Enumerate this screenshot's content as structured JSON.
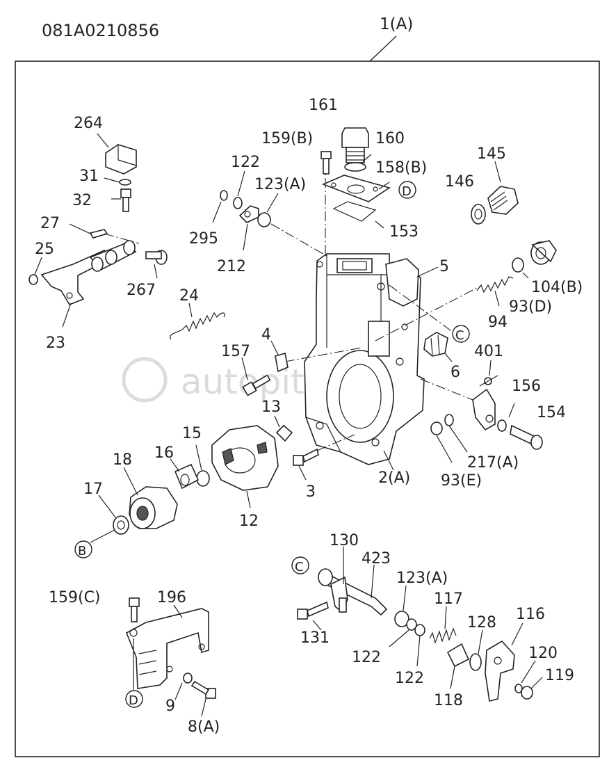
{
  "drawing_code": "081A0210856",
  "assembly_ref": "1(A)",
  "watermark": "autopiter.ru",
  "labels": {
    "l264": "264",
    "l31": "31",
    "l32": "32",
    "l27": "27",
    "l25": "25",
    "l267": "267",
    "l23": "23",
    "l24": "24",
    "l122a": "122",
    "l295": "295",
    "l212": "212",
    "l123a": "123(A)",
    "l159b": "159(B)",
    "l161": "161",
    "l160": "160",
    "l158b": "158(B)",
    "l153": "153",
    "l146": "146",
    "l145": "145",
    "l5": "5",
    "l104b": "104(B)",
    "l93d": "93(D)",
    "l94": "94",
    "l6": "6",
    "l401": "401",
    "l156": "156",
    "l154": "154",
    "l4": "4",
    "l157": "157",
    "l13": "13",
    "l15": "15",
    "l16": "16",
    "l18": "18",
    "l17": "17",
    "l12": "12",
    "l3": "3",
    "l2a": "2(A)",
    "l93e": "93(E)",
    "l217a": "217(A)",
    "l130": "130",
    "l423": "423",
    "l123a2": "123(A)",
    "l117": "117",
    "l116": "116",
    "l128": "128",
    "l131": "131",
    "l122b": "122",
    "l122c": "122",
    "l118": "118",
    "l120": "120",
    "l119": "119",
    "l159c": "159(C)",
    "l196": "196",
    "l9": "9",
    "l8a": "8(A)"
  },
  "callouts": {
    "c_d1": "D",
    "c_c1": "C",
    "c_b1": "B",
    "c_c2": "C",
    "c_d2": "D"
  }
}
